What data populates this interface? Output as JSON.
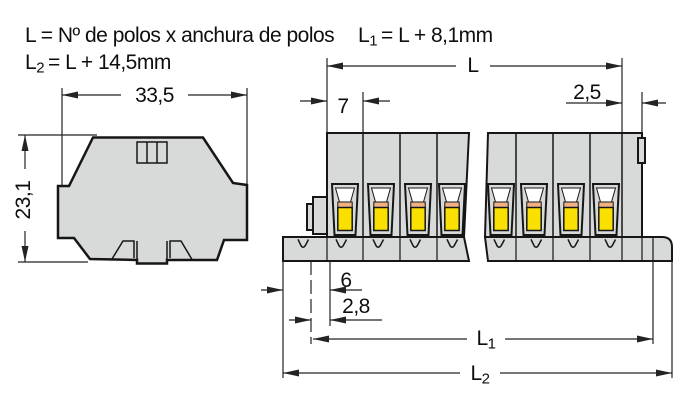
{
  "title": "Terminal block dimension drawing",
  "formulas": {
    "line1": "L = Nº de polos x anchura de polos",
    "l1_base": "L",
    "l1_sub": "1",
    "l1_rest": "= L + 8,1mm",
    "l2_base": "L",
    "l2_sub": "2",
    "l2_rest": "= L + 14,5mm"
  },
  "side_view": {
    "width_label": "33,5",
    "height_label": "23,1"
  },
  "front_view": {
    "pole_count_visible": 8,
    "length_label": "L",
    "pole_width_label": "7",
    "end_plate_label": "2,5",
    "foot_offset_label": "6",
    "rail_offset_label": "2,8",
    "l1_base": "L",
    "l1_sub": "1",
    "l2_base": "L",
    "l2_sub": "2"
  },
  "colors": {
    "body_gray": "#d7dad9",
    "lever_yellow": "#f9e000",
    "spring_orange": "#f0b285",
    "outline": "#161616",
    "dim_line": "#232323",
    "background": "#ffffff"
  }
}
